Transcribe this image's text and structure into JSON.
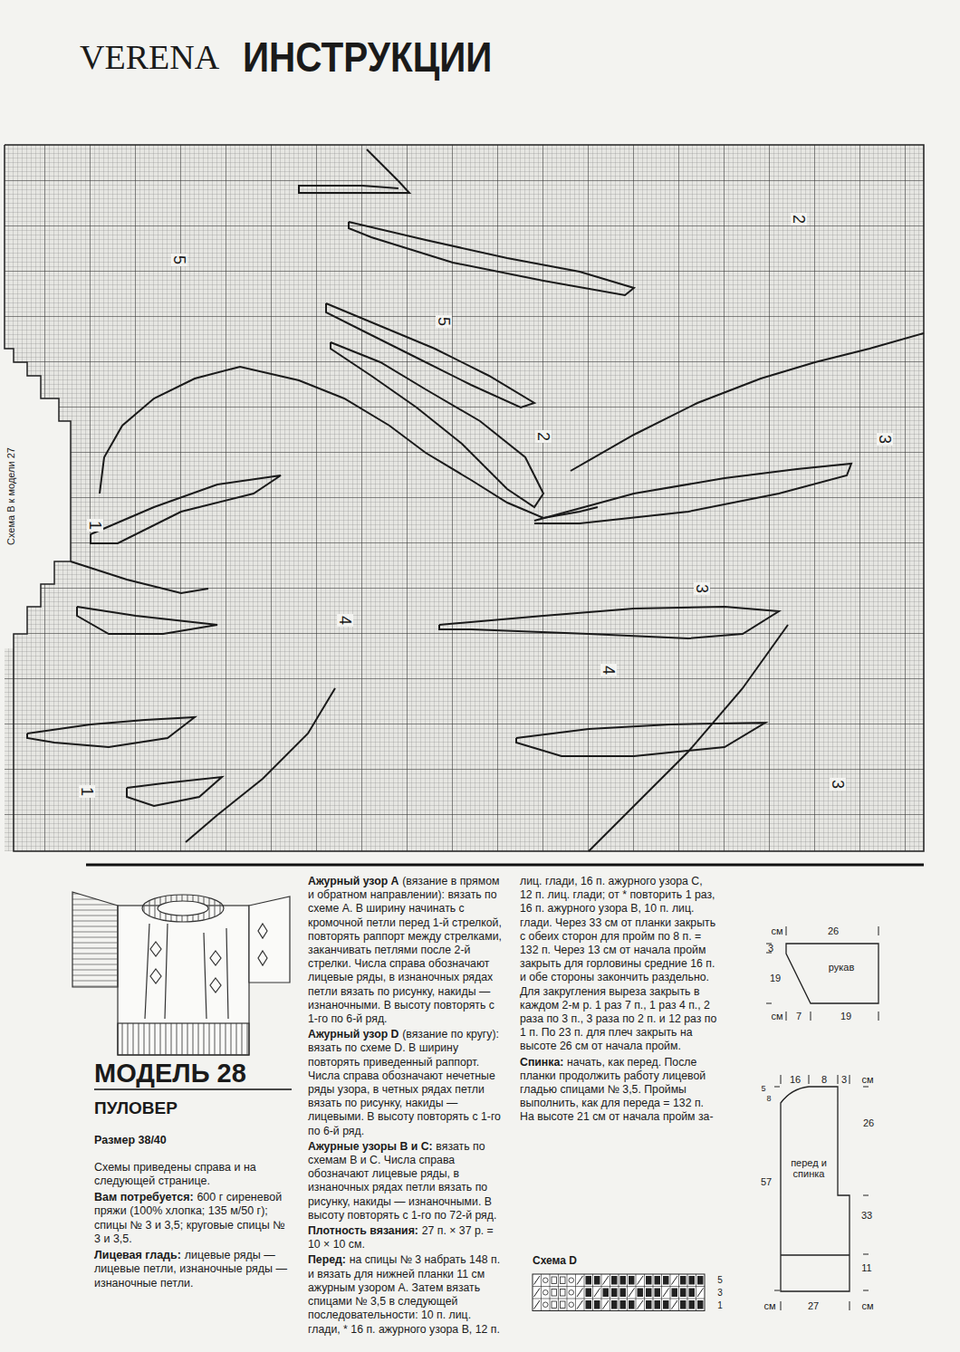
{
  "diagram": {
    "title": "ИНСТРУКЦИИ",
    "nodes": [
      {
        "text": [
          "рукав"
        ]
      },
      {
        "text": [
          "перед и спинка"
        ]
      }
    ],
    "labels": [
      "VERENA",
      "Схема В к модели 27",
      "5",
      "5",
      "2",
      "2",
      "3",
      "1",
      "4",
      "3",
      "4",
      "1",
      "3",
      "МОДЕЛЬ 28",
      "ПУЛОВЕР",
      "Размер 38/40",
      "Схемы приведены справа и на следующей странице.",
      "Вам потребуется:",
      "600 г сиреневой пряжи (100% хлопка; 135 м/50 г); спицы № 3 и 3,5; круговые спицы № 3 и 3,5.",
      "Лицевая гладь:",
      "лицевые ряды — лицевые петли, изнаночные ряды — изнаночные петли.",
      "Ажурный узор А",
      "(вязание в прямом и обратном направлении): вязать по схеме А. В ширину начинать с кромочной петли перед 1-й стрелкой, повторять раппорт между стрелками, заканчивать петлями после 2-й стрелки. Числа справа обозначают лицевые ряды, в изнаночных рядах петли вязать по рисунку, накиды — изнаночными. В высоту повторять с 1-го по 6-й ряд.",
      "Ажурный узор D",
      "(вязание по кругу): вязать по схеме D. В ширину повторять приведенный раппорт. Числа справа обозначают нечетные ряды узора, в четных рядах петли вязать по рисунку, накиды — лицевыми. В высоту повторять с 1-го по 6-й ряд.",
      "Ажурные узоры В и С:",
      "вязать по схемам В и С. Числа справа обозначают лицевые ряды, в изнаночных рядах петли вязать по рисунку, накиды — изнаночными. В высоту повторять с 1-го по 72-й ряд.",
      "Плотность вязания:",
      "27 п. × 37 р. = 10 × 10 см.",
      "Перед:",
      "на спицы № 3 набрать 148 п. и вязать для нижней планки 11 см ажурным узором А. Затем вязать спицами № 3,5 в следующей последовательности: 10 п. лиц. глади, * 16 п. ажурного узора В, 12 п. лиц. глади, 16 п. ажурного узора С, 12 п. лиц. глади; от * повторить 1 раз, 16 п. ажурного узора В, 10 п. лиц. глади. Через 33 см от планки закрыть с обеих сторон для пройм по 8 п. = 132 п. Через 13 см от начала пройм закрыть для горловины средние 16 п. и обе стороны закончить раздельно. Для закругления выреза закрыть в каждом 2-м р. 1 раз 7 п., 1 раз 4 п., 2 раза по 3 п., 3 раза по 2 п. и 12 раз по 1 п. По 23 п. для плеч закрыть на высоте 26 см от начала пройм.",
      "Спинка:",
      "начать, как перед. После планки продолжить работу лицевой гладью спицами № 3,5. Проймы выполнить, как для переда = 132 п. На высоте 21 см от начала пройм за-",
      "см",
      "26",
      "3",
      "19",
      "см",
      "7",
      "19",
      "16",
      "8",
      "3",
      "см",
      "5",
      "8",
      "26",
      "57",
      "33",
      "11",
      "см",
      "27",
      "см",
      "Схема D",
      "5",
      "3",
      "1"
    ]
  }
}
